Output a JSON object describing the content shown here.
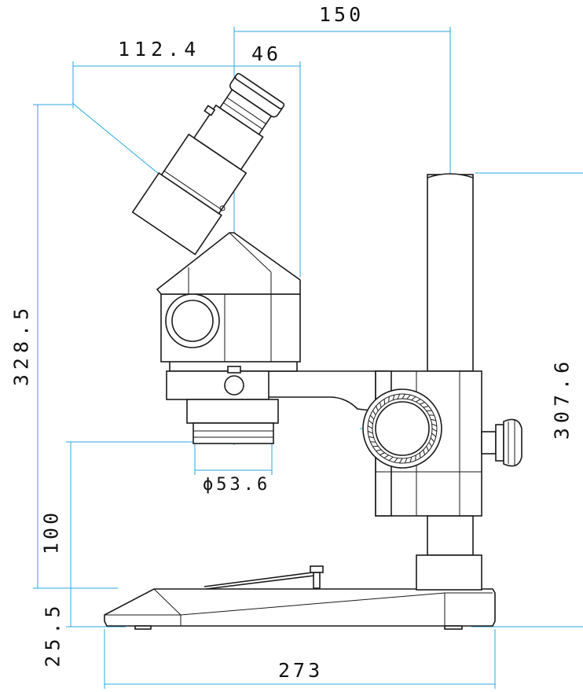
{
  "dimensions": {
    "total_width_top": "150",
    "eyepiece_offset": "112.4",
    "head_offset": "46",
    "total_height": "328.5",
    "pillar_height": "307.6",
    "working_distance": "100",
    "base_thickness": "25.5",
    "base_length": "273",
    "objective_diameter": "ϕ53.6"
  },
  "colors": {
    "outline": "#1a1a1a",
    "dimension_line": "#27a7e0",
    "background": "#ffffff"
  }
}
